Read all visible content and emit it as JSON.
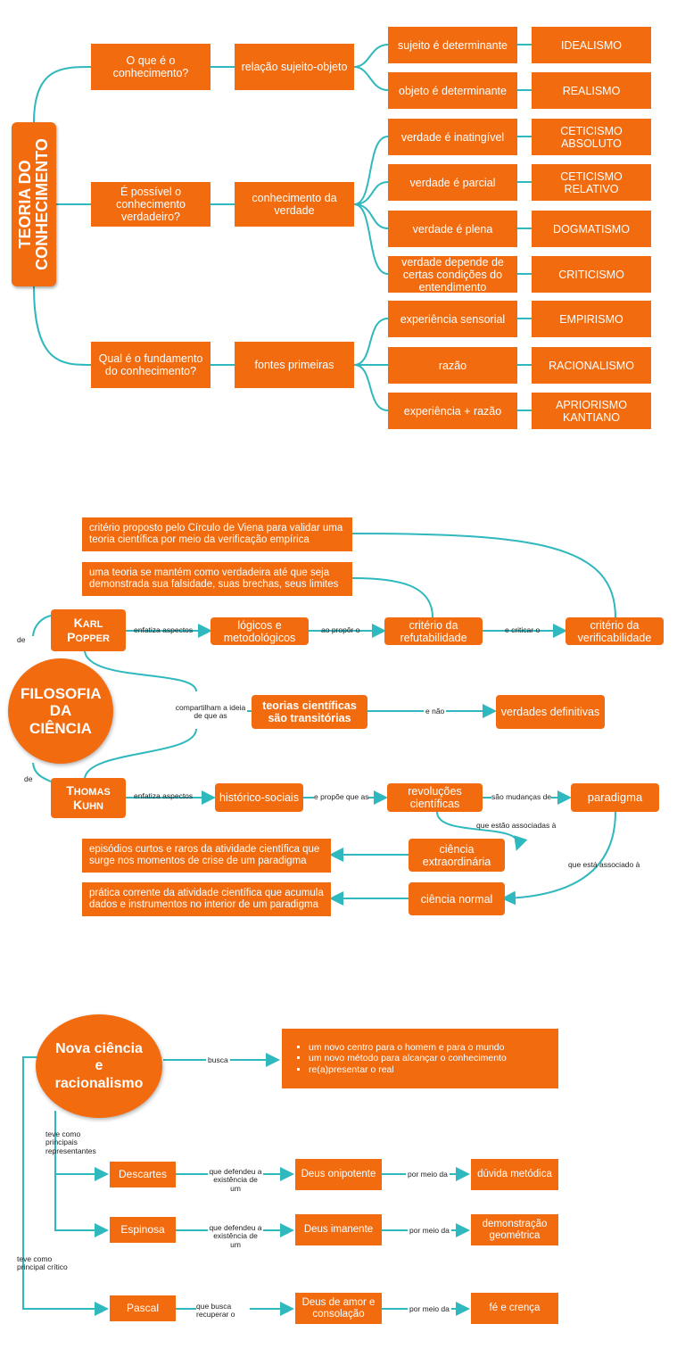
{
  "s1": {
    "title": "TEORIA DO CONHECIMENTO",
    "q1": "O que é o conhecimento?",
    "q2": "É possível o conhecimento verdadeiro?",
    "q3": "Qual é o fundamento do conhecimento?",
    "m1": "relação sujeito-objeto",
    "m2": "conhecimento da verdade",
    "m3": "fontes primeiras",
    "b1": "sujeito é determinante",
    "b2": "objeto é determinante",
    "b3": "verdade é inatingível",
    "b4": "verdade é parcial",
    "b5": "verdade é plena",
    "b6": "verdade depende de certas condições do entendimento",
    "b7": "experiência sensorial",
    "b8": "razão",
    "b9": "experiência + razão",
    "r1": "IDEALISMO",
    "r2": "REALISMO",
    "r3": "CETICISMO ABSOLUTO",
    "r4": "CETICISMO RELATIVO",
    "r5": "DOGMATISMO",
    "r6": "CRITICISMO",
    "r7": "EMPIRISMO",
    "r8": "RACIONALISMO",
    "r9": "APRIORISMO KANTIANO"
  },
  "s2": {
    "title": "FILOSOFIA DA CIÊNCIA",
    "viena": "critério proposto pelo Círculo de Viena para validar uma teoria científica por meio da verificação empírica",
    "refut_desc": "uma teoria se mantém como verdadeira até que seja demonstrada sua falsidade, suas brechas, seus limites",
    "popper_1": "K",
    "popper_2": "ARL",
    "popper_3": "P",
    "popper_4": "OPPER",
    "kuhn_1": "T",
    "kuhn_2": "HOMAS",
    "kuhn_3": "K",
    "kuhn_4": "UHN",
    "logicos": "lógicos e metodológicos",
    "refutabilidade": "critério da refutabilidade",
    "verificabilidade": "critério da verificabilidade",
    "teorias": "teorias científicas são transitórias",
    "verdades": "verdades definitivas",
    "historicos": "histórico-sociais",
    "revolucoes": "revoluções científicas",
    "paradigma": "paradigma",
    "extraordinaria": "ciência extraordinária",
    "normal": "ciência normal",
    "episodios": "episódios curtos e raros da atividade científica que surge nos momentos de crise de um paradigma",
    "pratica": "prática corrente da atividade científica que acumula dados e instrumentos no interior de um paradigma",
    "l_de1": "de",
    "l_de2": "de",
    "l_enfatiza1": "enfatiza aspectos",
    "l_enfatiza2": "enfatiza aspectos",
    "l_aopropor": "ao propôr o",
    "l_ecriticar": "e criticar o",
    "l_compartilham": "compartilham a ideia de que as",
    "l_enao": "e não",
    "l_epropoe": "e propõe que  as",
    "l_saomudancas": "são mudanças de",
    "l_associadas": "que estão associadas à",
    "l_associado": "que está associado à"
  },
  "s3": {
    "title": "Nova ciência e racionalismo",
    "busca": "busca",
    "bullets": [
      "um novo centro para o homem e para o mundo",
      "um novo método para alcançar o conhecimento",
      "re(a)presentar o real"
    ],
    "l_representantes": "teve como principais representantes",
    "l_critico": "teve como principal crítico",
    "descartes": "Descartes",
    "espinosa": "Espinosa",
    "pascal": "Pascal",
    "l_defendeu1": "que defendeu a existência de um",
    "l_defendeu2": "que defendeu a existência de um",
    "l_busca_rec": "que busca recuperar o",
    "onipotente": "Deus onipotente",
    "imanente": "Deus imanente",
    "amor": "Deus  de amor e consolação",
    "l_meio1": "por meio da",
    "l_meio2": "por meio da",
    "l_meio3": "por meio da",
    "duvida": "dúvida metódica",
    "demonstracao": "demonstração geométrica",
    "fe": "fé e crença"
  },
  "colors": {
    "box": "#f26b0f",
    "line": "#2fb8bd"
  }
}
